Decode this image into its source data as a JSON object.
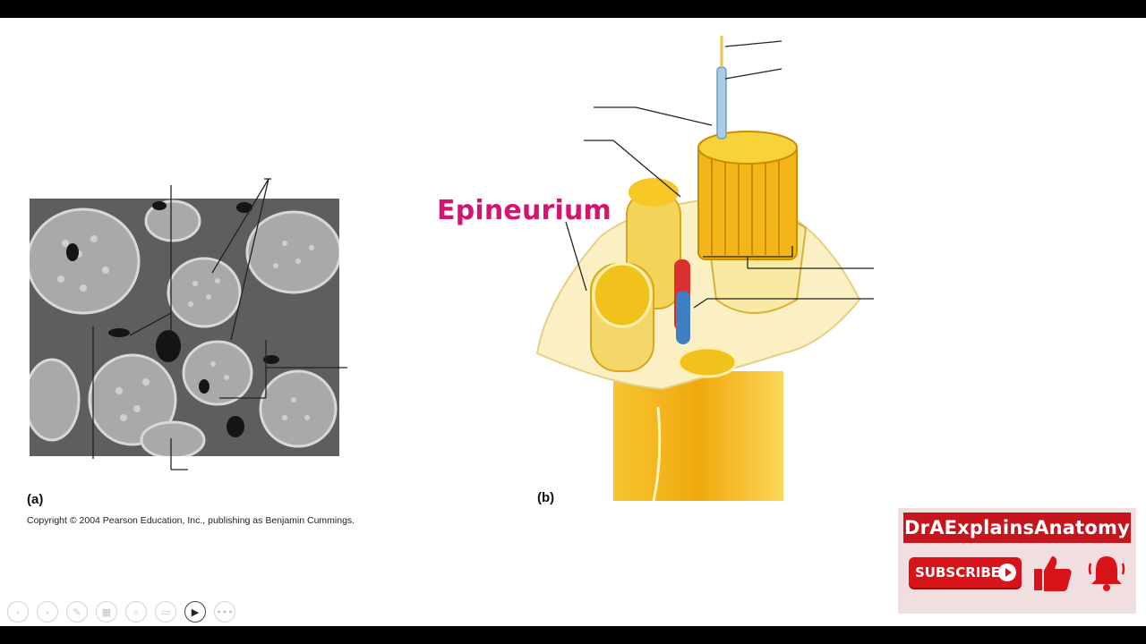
{
  "slide": {
    "figure_a_label": "(a)",
    "figure_b_label": "(b)",
    "copyright": "Copyright © 2004 Pearson Education, Inc., publishing as Benjamin Cummings.",
    "highlight_label": "Epineurium",
    "highlight_color": "#d4146e"
  },
  "promo": {
    "channel_name": "DrAExplainsAnatomy",
    "subscribe_label": "SUBSCRIBE",
    "brand_color": "#c4161c",
    "icons": [
      "play-icon",
      "thumbs-up-icon",
      "bell-icon"
    ]
  },
  "toolbar": {
    "buttons": [
      {
        "name": "previous-slide-button",
        "icon": "‹"
      },
      {
        "name": "next-slide-button",
        "icon": "›"
      },
      {
        "name": "pen-tool-button",
        "icon": "✎"
      },
      {
        "name": "slide-sorter-button",
        "icon": "▦"
      },
      {
        "name": "zoom-button",
        "icon": "⌕"
      },
      {
        "name": "subtitles-button",
        "icon": "▭"
      },
      {
        "name": "camera-button",
        "icon": "▶"
      },
      {
        "name": "more-options-button",
        "icon": "•••"
      }
    ],
    "active": "camera-button"
  }
}
